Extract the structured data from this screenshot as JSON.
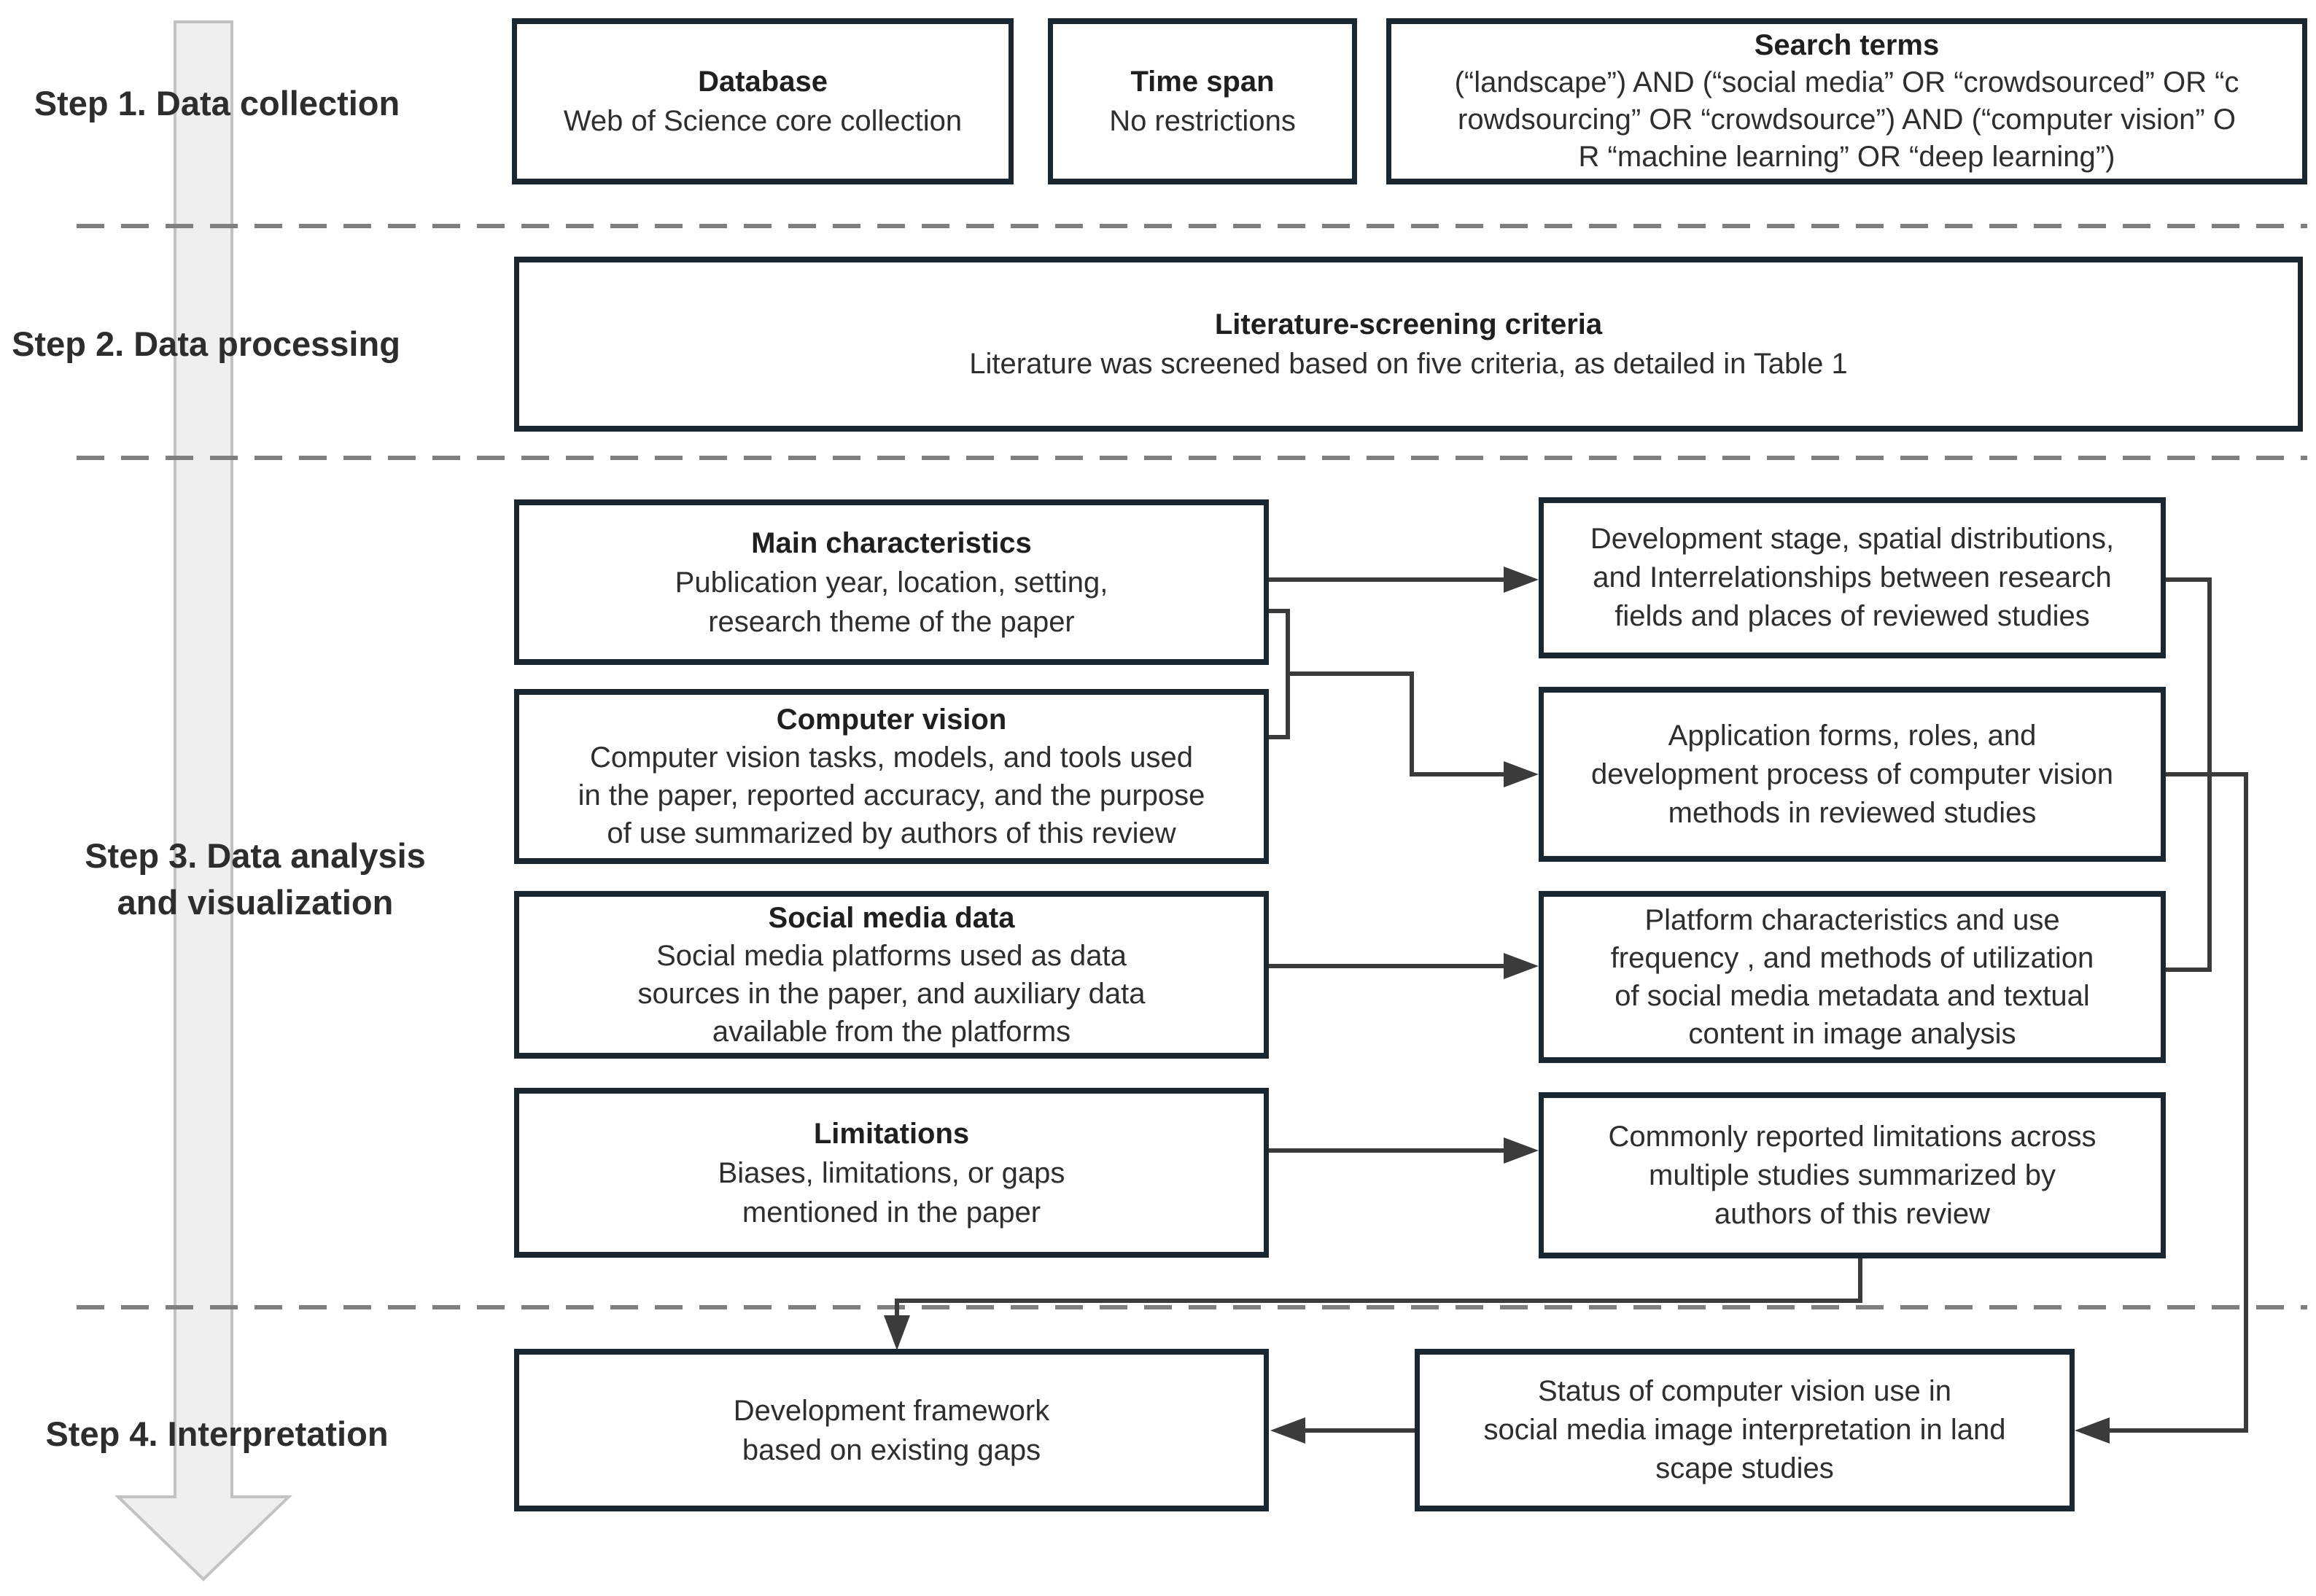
{
  "colors": {
    "box_border": "#1b2730",
    "text": "#2e2e2e",
    "connector": "#3b3b3b",
    "dashed": "#7f7f7f",
    "big_arrow_fill": "#efefef",
    "big_arrow_border": "#c2c2c2",
    "background": "#ffffff"
  },
  "steps": {
    "step1": {
      "label": "Step 1. Data collection"
    },
    "step2": {
      "label": "Step 2. Data processing"
    },
    "step3": {
      "label_line1": "Step 3. Data analysis",
      "label_line2": "and visualization"
    },
    "step4": {
      "label": "Step 4. Interpretation"
    }
  },
  "boxes": {
    "database": {
      "title": "Database",
      "lines": [
        "Web of Science core collection"
      ]
    },
    "time_span": {
      "title": "Time span",
      "lines": [
        "No restrictions"
      ]
    },
    "search_terms": {
      "title": "Search terms",
      "lines": [
        "(“landscape”) AND (“social media” OR “crowdsourced” OR “c",
        "rowdsourcing” OR “crowdsource”) AND (“computer vision” O",
        "R “machine learning” OR “deep learning”)"
      ]
    },
    "literature_screening": {
      "title": "Literature-screening criteria",
      "lines": [
        "Literature was screened based on five criteria, as detailed in Table 1"
      ]
    },
    "main_characteristics": {
      "title": "Main characteristics",
      "lines": [
        "Publication year, location, setting,",
        "research theme of the paper"
      ]
    },
    "computer_vision": {
      "title": "Computer vision",
      "lines": [
        "Computer vision tasks, models, and tools used",
        "in the paper, reported accuracy, and the purpose",
        "of use summarized by authors of this review"
      ]
    },
    "social_media_data": {
      "title": "Social media data",
      "lines": [
        "Social media platforms used as data",
        "sources in the paper, and auxiliary data",
        "available from the platforms"
      ]
    },
    "limitations": {
      "title": "Limitations",
      "lines": [
        "Biases, limitations, or gaps",
        "mentioned in the paper"
      ]
    },
    "development_stage": {
      "lines": [
        "Development stage, spatial distributions,",
        "and Interrelationships between research",
        "fields and places of reviewed studies"
      ]
    },
    "application_forms": {
      "lines": [
        "Application forms, roles, and",
        "development process of computer vision",
        "methods in reviewed studies"
      ]
    },
    "platform_characteristics": {
      "lines": [
        "Platform characteristics and use",
        "frequency , and methods of utilization",
        "of social media metadata and textual",
        "content in image analysis"
      ]
    },
    "common_limitations": {
      "lines": [
        "Commonly reported limitations across",
        "multiple studies summarized by",
        "authors of this review"
      ]
    },
    "development_framework": {
      "lines": [
        "Development framework",
        "based on existing gaps"
      ]
    },
    "status": {
      "lines": [
        "Status of computer vision use in",
        "social media image interpretation in land",
        "scape studies"
      ]
    }
  }
}
